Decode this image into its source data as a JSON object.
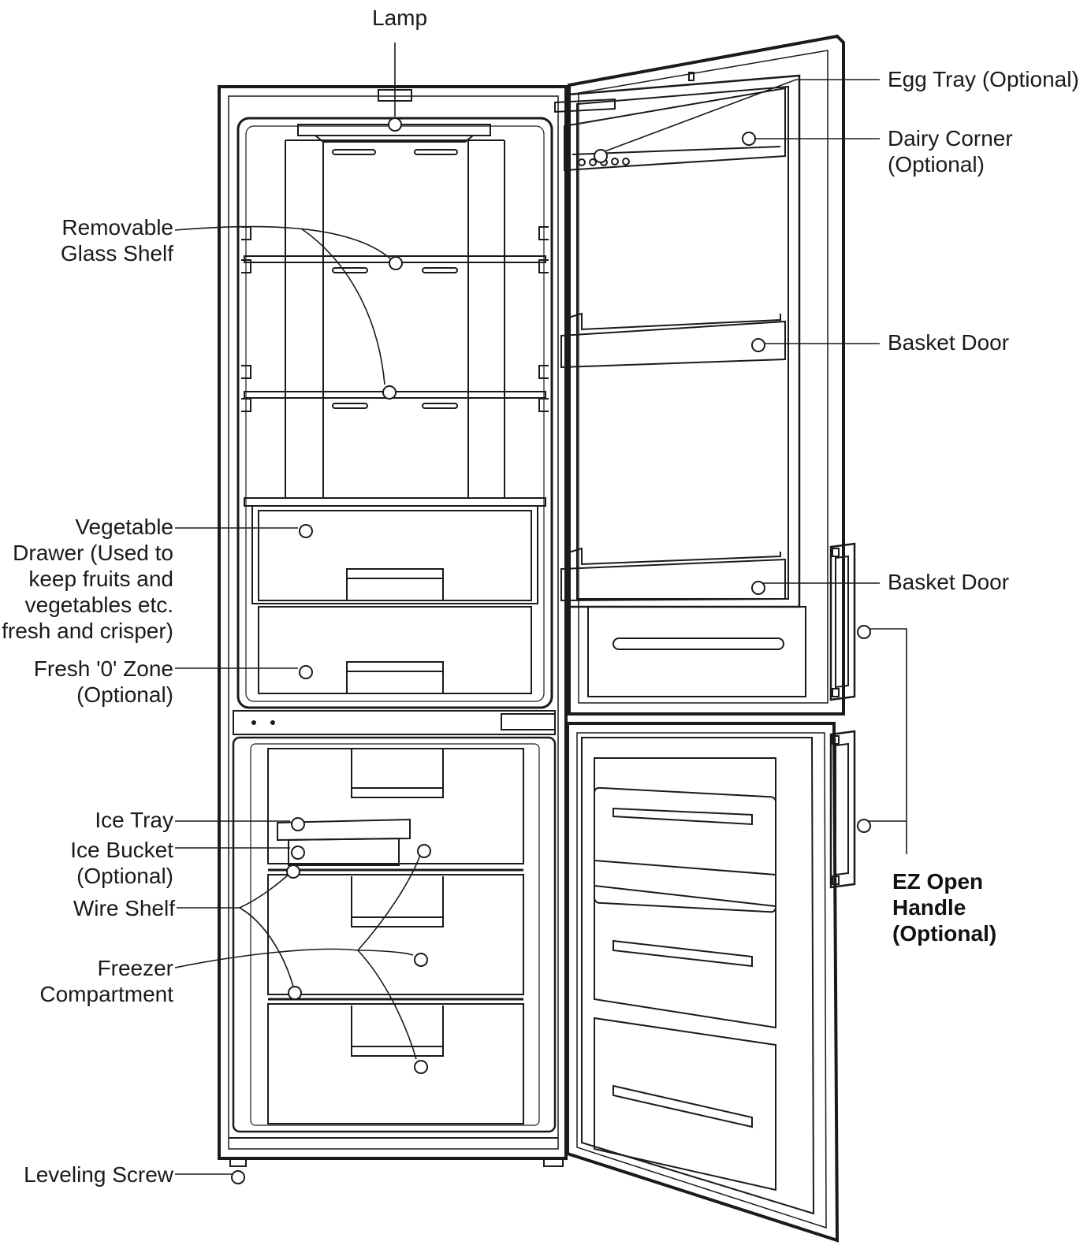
{
  "labels": {
    "lamp": "Lamp",
    "egg_tray": "Egg Tray (Optional)",
    "dairy_corner": [
      "Dairy Corner",
      "(Optional)"
    ],
    "removable_glass_shelf": [
      "Removable",
      "Glass Shelf"
    ],
    "basket_door_upper": "Basket Door",
    "basket_door_lower": "Basket Door",
    "vegetable_drawer": [
      "Vegetable",
      "Drawer (Used to",
      "keep fruits and",
      "vegetables etc.",
      "fresh and crisper)"
    ],
    "fresh_zone": [
      "Fresh '0' Zone",
      "(Optional)"
    ],
    "ice_tray": "Ice Tray",
    "ice_bucket": [
      "Ice Bucket",
      "(Optional)"
    ],
    "wire_shelf": "Wire Shelf",
    "freezer_compartment": [
      "Freezer",
      "Compartment"
    ],
    "ez_open_handle": [
      "EZ Open",
      "Handle",
      "(Optional)"
    ],
    "leveling_screw": "Leveling Screw"
  },
  "colors": {
    "ink": "#1a1a1a",
    "background": "#ffffff"
  }
}
